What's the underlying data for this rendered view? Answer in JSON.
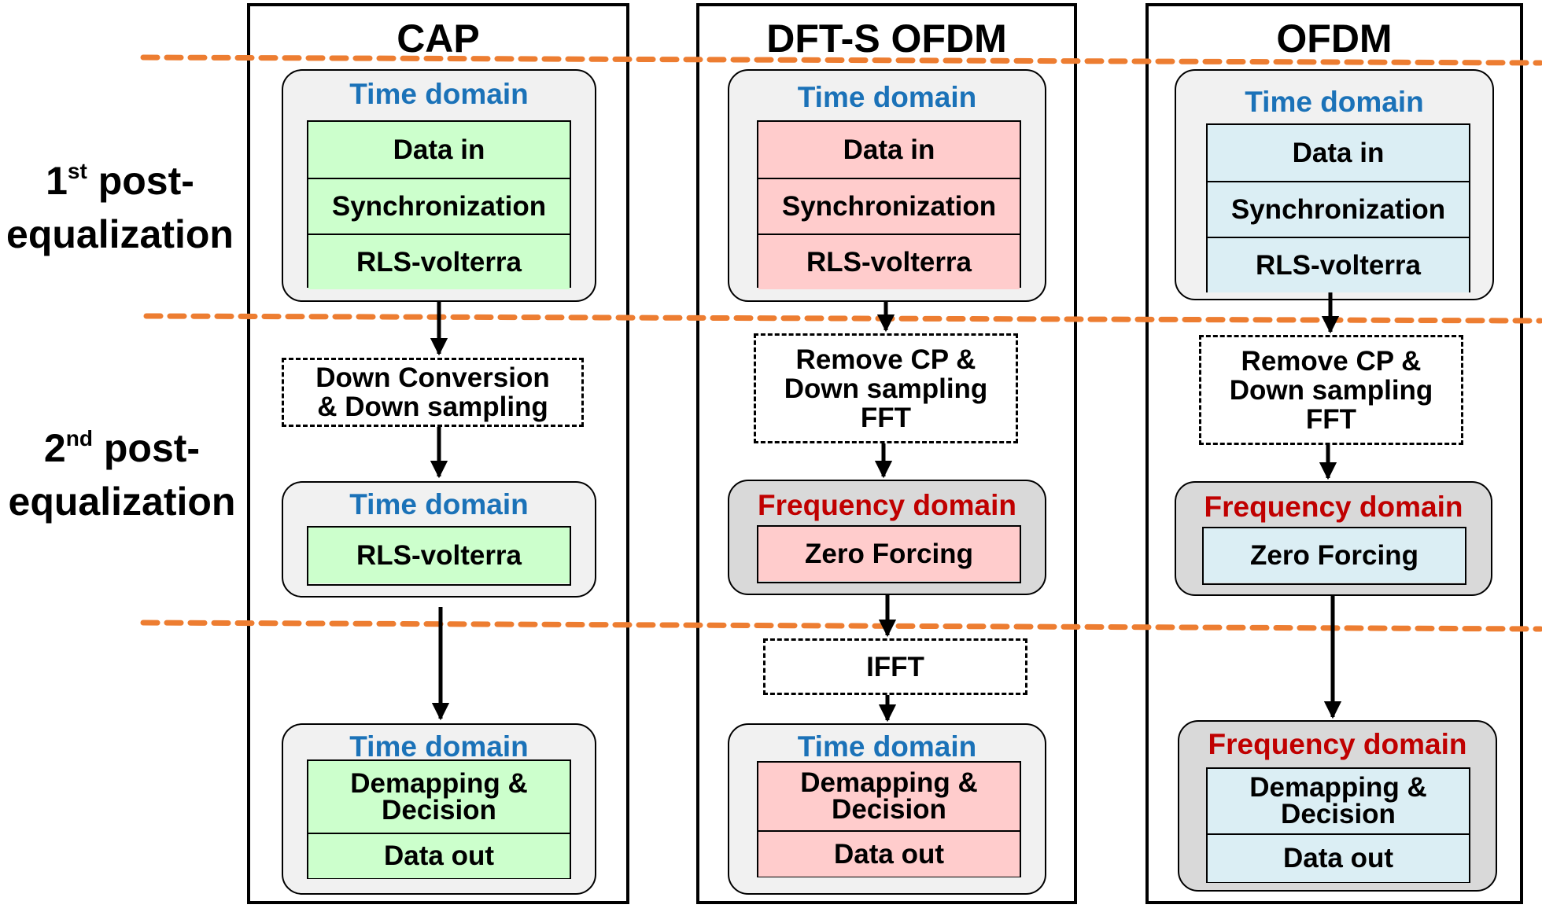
{
  "row_labels": {
    "first": {
      "num": "1",
      "sup": "st",
      "line1": "post-",
      "line2": "equalization"
    },
    "second": {
      "num": "2",
      "sup": "nd",
      "line1": "post-",
      "line2": "equalization"
    }
  },
  "columns": {
    "cap": {
      "title": "CAP",
      "group1": {
        "domain": "Time domain",
        "cells": [
          "Data in",
          "Synchronization",
          "RLS-volterra"
        ]
      },
      "dashed": "Down Conversion\n& Down sampling",
      "group2": {
        "domain": "Time domain",
        "cells": [
          "RLS-volterra"
        ]
      },
      "group3": {
        "domain": "Time domain",
        "cells": [
          "Demapping &\nDecision",
          "Data out"
        ]
      }
    },
    "dft": {
      "title": "DFT-S OFDM",
      "group1": {
        "domain": "Time domain",
        "cells": [
          "Data in",
          "Synchronization",
          "RLS-volterra"
        ]
      },
      "dashed": "Remove CP &\nDown sampling\nFFT",
      "group2": {
        "domain": "Frequency domain",
        "cells": [
          "Zero Forcing"
        ]
      },
      "dashed2": "IFFT",
      "group3": {
        "domain": "Time domain",
        "cells": [
          "Demapping &\nDecision",
          "Data out"
        ]
      }
    },
    "ofdm": {
      "title": "OFDM",
      "group1": {
        "domain": "Time domain",
        "cells": [
          "Data in",
          "Synchronization",
          "RLS-volterra"
        ]
      },
      "dashed": "Remove CP &\nDown sampling\nFFT",
      "group2": {
        "domain": "Frequency domain",
        "cells": [
          "Zero Forcing"
        ]
      },
      "group3": {
        "domain": "Frequency domain",
        "cells": [
          "Demapping &\nDecision",
          "Data out"
        ]
      }
    }
  },
  "colors": {
    "separator": "#ed7d31",
    "time_domain_text": "#1b72b8",
    "frequency_domain_text": "#c00000",
    "cap_fill": "#ccffcc",
    "dft_fill": "#ffcccc",
    "ofdm_fill": "#dbeef4"
  }
}
